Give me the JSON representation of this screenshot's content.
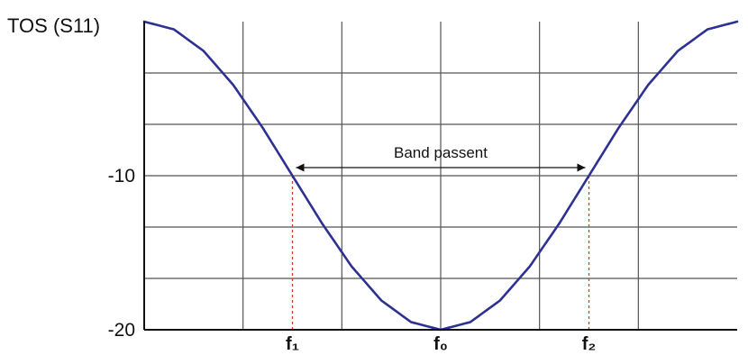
{
  "chart_data": {
    "type": "line",
    "ylabel": "TOS (S11)",
    "y_ticks": [
      {
        "label": "-10",
        "value": -10
      },
      {
        "label": "-20",
        "value": -20
      }
    ],
    "ylim": [
      -20,
      0
    ],
    "x_ticks": [
      {
        "label": "f₁",
        "value": 0.25
      },
      {
        "label": "f₀",
        "value": 0.5
      },
      {
        "label": "f₂",
        "value": 0.75
      }
    ],
    "xlim": [
      0,
      1
    ],
    "grid": true,
    "series": [
      {
        "color": "#2e3192",
        "x": [
          0,
          0.05,
          0.1,
          0.15,
          0.2,
          0.25,
          0.3,
          0.35,
          0.4,
          0.45,
          0.5,
          0.55,
          0.6,
          0.65,
          0.7,
          0.75,
          0.8,
          0.85,
          0.9,
          0.95,
          1
        ],
        "y": [
          0,
          -0.5,
          -1.9,
          -4.1,
          -6.9,
          -10,
          -13.1,
          -15.9,
          -18.1,
          -19.5,
          -20,
          -19.5,
          -18.1,
          -15.9,
          -13.1,
          -10,
          -6.9,
          -4.1,
          -1.9,
          -0.5,
          0
        ]
      }
    ],
    "annotations": [
      {
        "text": "Band passent",
        "type": "double-arrow",
        "x_from": 0.25,
        "x_to": 0.75,
        "y": -10
      },
      {
        "type": "dashed-marker",
        "x": 0.25,
        "y_from": -10,
        "y_to": -20,
        "color": "#ff2a2a"
      },
      {
        "type": "dashed-marker",
        "x": 0.75,
        "y_from": -10,
        "y_to": -20,
        "color": "#ff2a2a"
      }
    ],
    "axis_color": "#111111",
    "grid_color": "#555555"
  }
}
